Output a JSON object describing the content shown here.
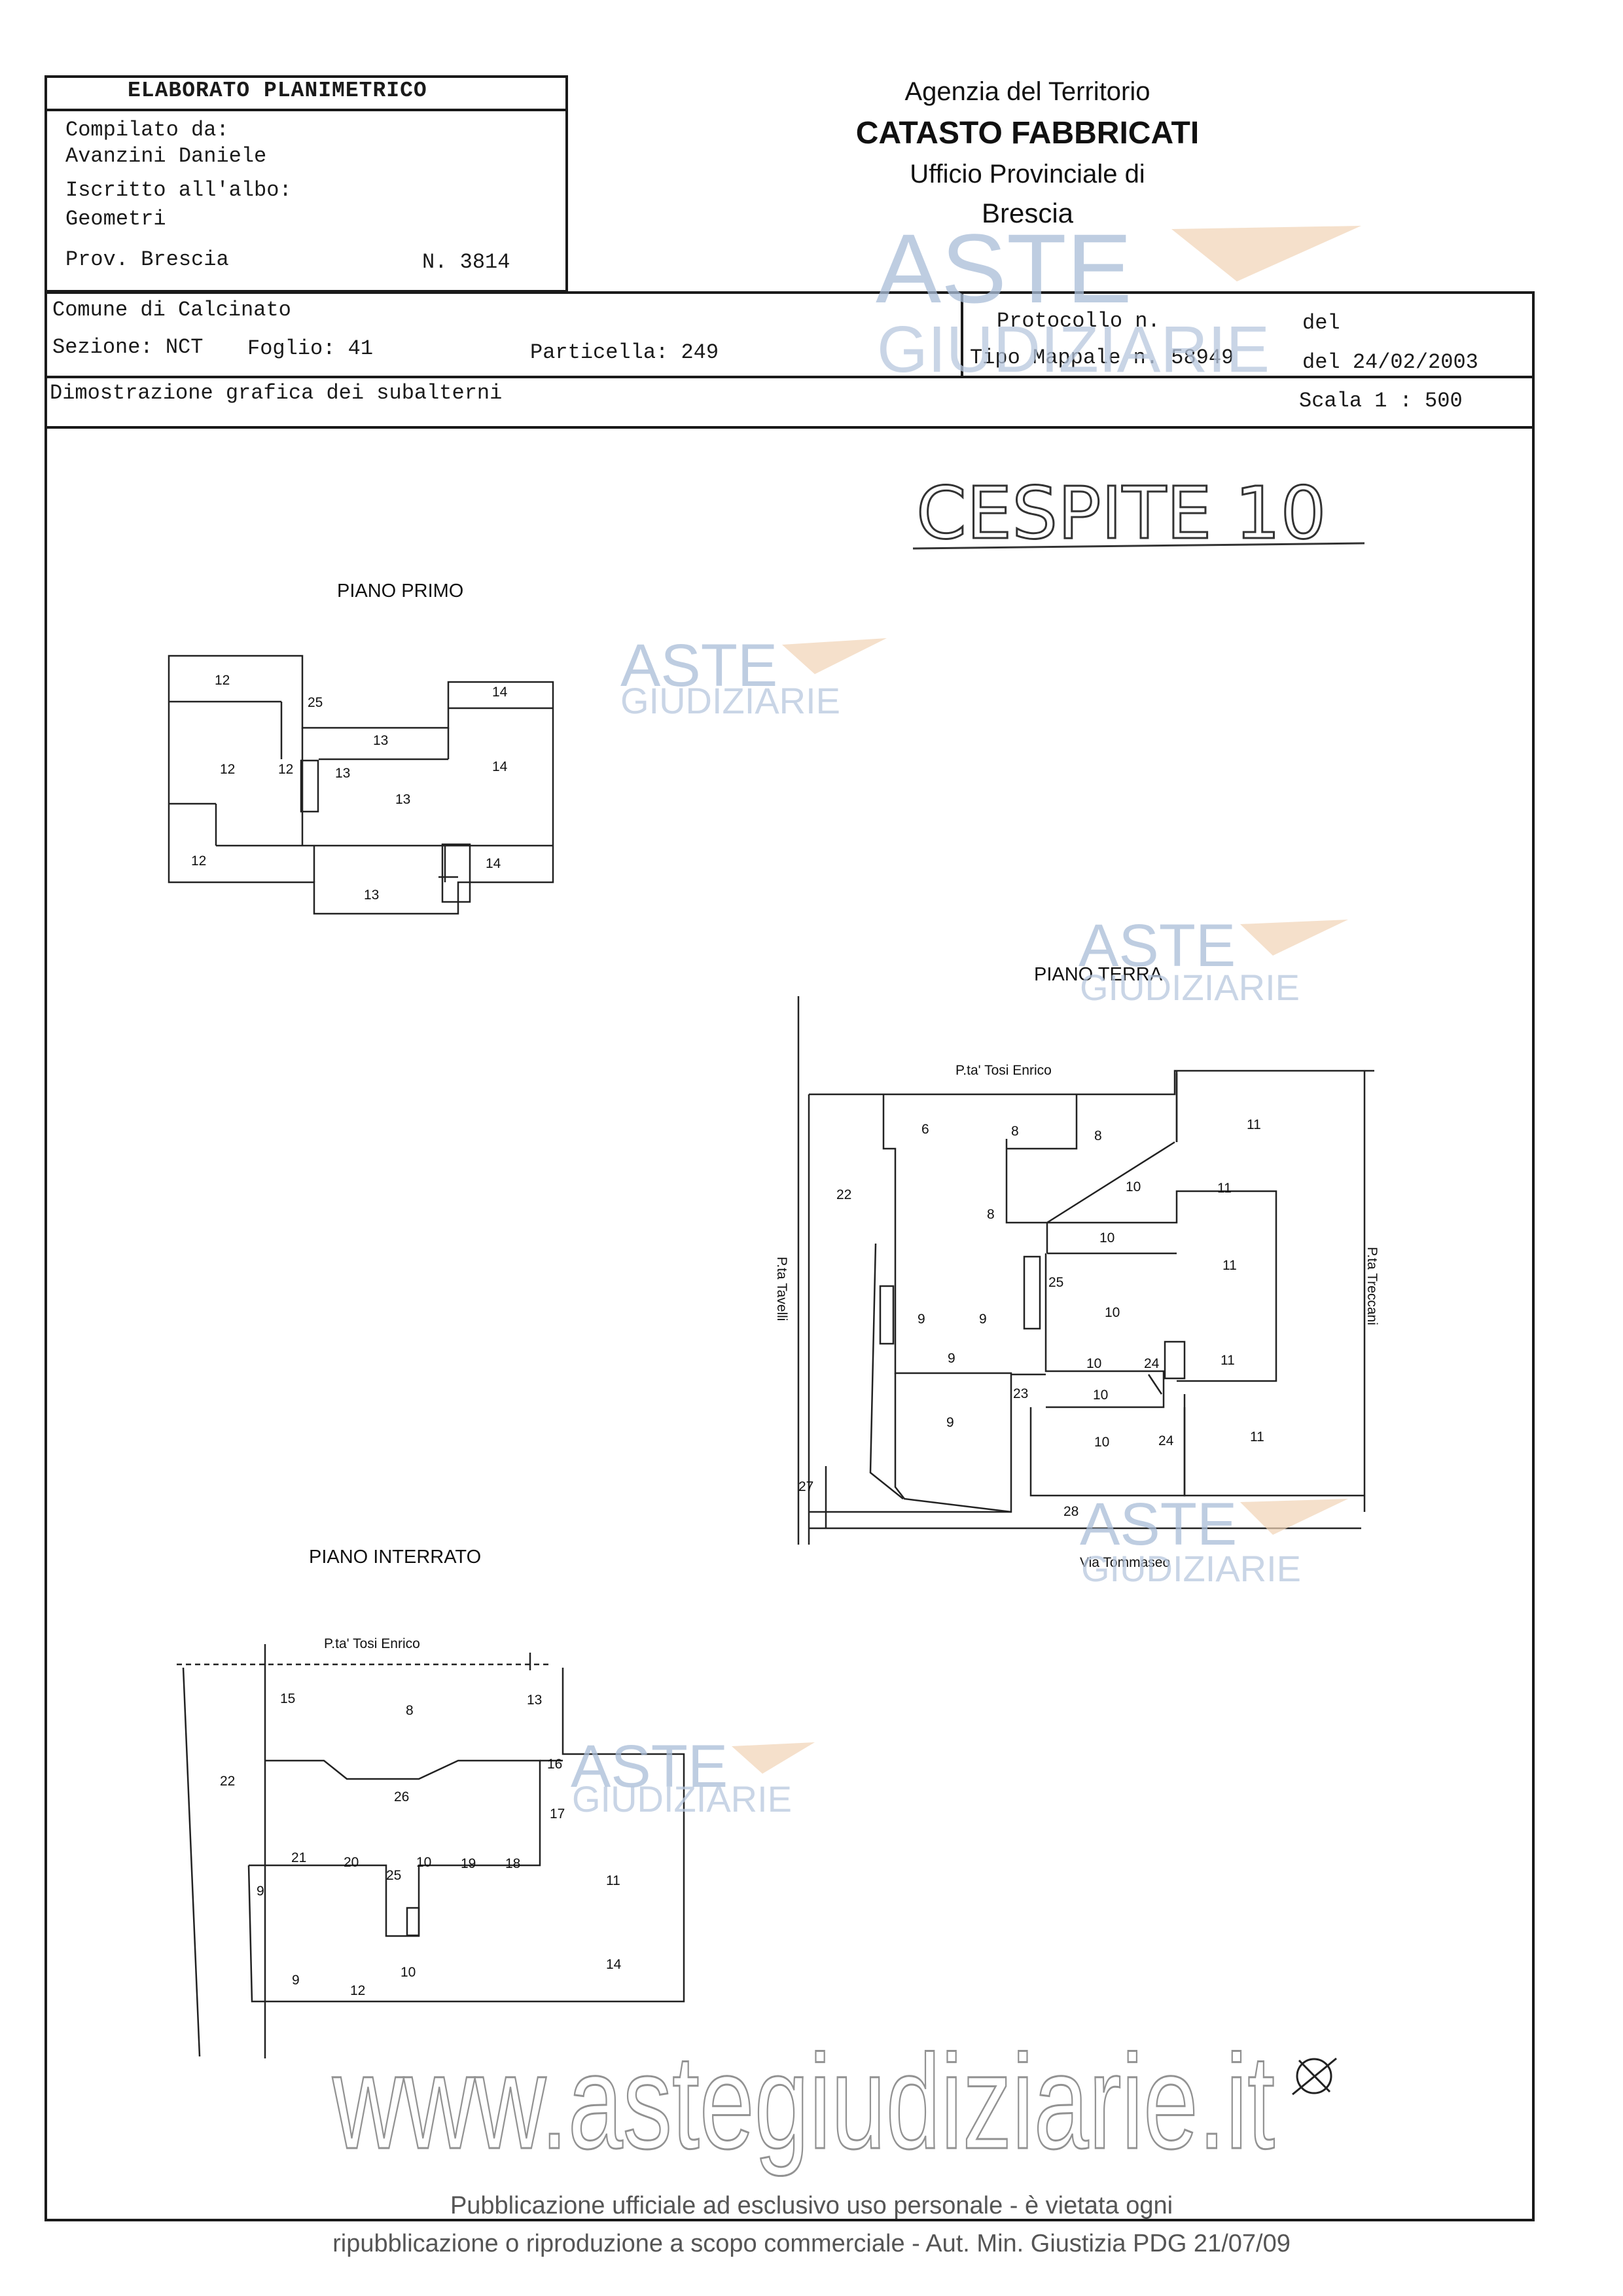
{
  "header": {
    "title": "ELABORATO PLANIMETRICO",
    "compiled_label": "Compilato da:",
    "compiled_name": "Avanzini Daniele",
    "registered_label": "Iscritto all'albo:",
    "registered_value": "Geometri",
    "prov_label": "Prov. Brescia",
    "number": "N.  3814"
  },
  "agency": {
    "line1": "Agenzia del Territorio",
    "line2": "CATASTO FABBRICATI",
    "line3": "Ufficio Provinciale di",
    "line4": "Brescia"
  },
  "cadastral": {
    "comune": "Comune di Calcinato",
    "sezione": "Sezione: NCT",
    "foglio": "Foglio: 41",
    "particella": "Particella: 249",
    "protocollo": "Protocollo n.",
    "tipo_mappale": "Tipo Mappale n. 58949",
    "del1": "del",
    "del2": "del 24/02/2003",
    "dimostrazione": "Dimostrazione grafica dei subalterni",
    "scala": "Scala 1 : 500"
  },
  "annotation": "CESPITE 10",
  "plans": {
    "primo": {
      "title": "PIANO PRIMO",
      "labels": [
        "12",
        "25",
        "14",
        "13",
        "12",
        "12",
        "13",
        "14",
        "13",
        "12",
        "14",
        "13"
      ]
    },
    "terra": {
      "title": "PIANO TERRA",
      "street_top": "P.ta' Tosi Enrico",
      "street_left": "P.ta Tavelli",
      "street_right": "P.ta Treccani",
      "street_bottom": "Via Tommaseo",
      "labels": [
        "6",
        "8",
        "8",
        "11",
        "22",
        "10",
        "11",
        "8",
        "10",
        "25",
        "11",
        "10",
        "9",
        "9",
        "9",
        "10",
        "24",
        "11",
        "23",
        "10",
        "9",
        "10",
        "24",
        "11",
        "27",
        "28"
      ]
    },
    "interrato": {
      "title": "PIANO INTERRATO",
      "street_top": "P.ta' Tosi Enrico",
      "labels": [
        "15",
        "8",
        "13",
        "22",
        "16",
        "26",
        "17",
        "21",
        "20",
        "10",
        "19",
        "18",
        "25",
        "9",
        "11",
        "10",
        "14",
        "9",
        "12"
      ]
    }
  },
  "watermark": {
    "aste": "ASTE",
    "giudiziarie": "GIUDIZIARIE",
    "url": "www.astegiudiziarie.it"
  },
  "footer": {
    "line1": "Pubblicazione ufficiale ad esclusivo uso personale - è vietata ogni",
    "line2": "ripubblicazione o riproduzione a scopo commerciale - Aut. Min. Giustizia PDG 21/07/09"
  }
}
